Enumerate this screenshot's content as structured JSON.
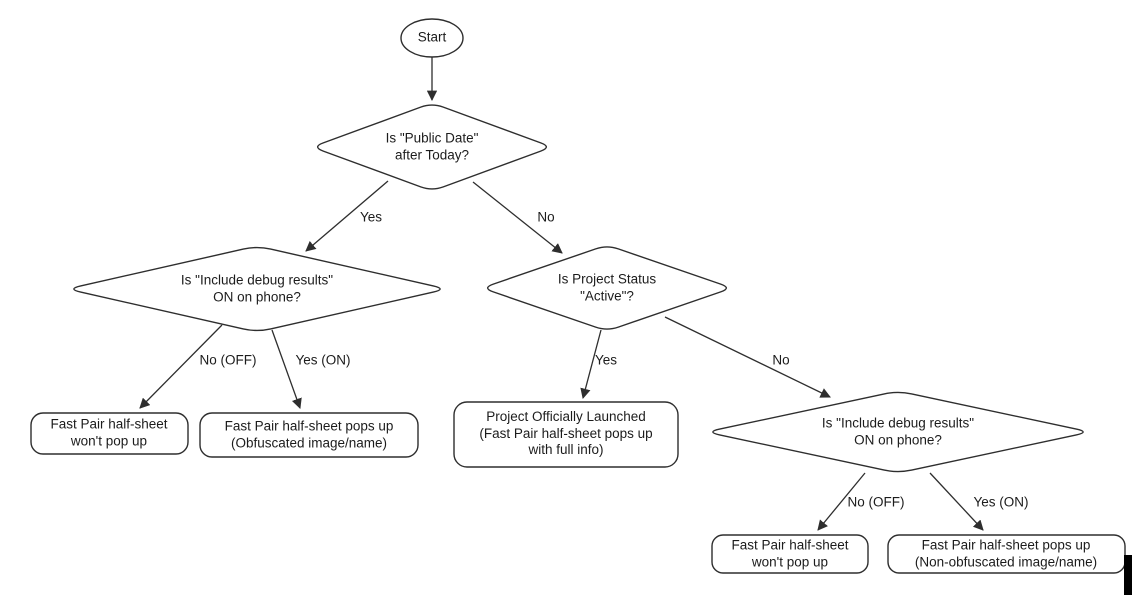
{
  "diagram": {
    "type": "flowchart",
    "colors": {
      "stroke": "#2e2e2e",
      "text": "#1c1c1c",
      "fill": "#ffffff",
      "background": "#ffffff",
      "cursor": "#000000"
    },
    "nodes": {
      "start": {
        "shape": "terminator",
        "label": "Start"
      },
      "decision_public_date": {
        "shape": "decision",
        "label": "Is \"Public Date\"\nafter Today?"
      },
      "decision_debug_left": {
        "shape": "decision",
        "label": "Is \"Include debug results\"\nON on phone?"
      },
      "decision_project_status": {
        "shape": "decision",
        "label": "Is Project Status\n\"Active\"?"
      },
      "decision_debug_right": {
        "shape": "decision",
        "label": "Is \"Include debug results\"\nON on phone?"
      },
      "outcome_no_popup_left": {
        "shape": "rounded-rect",
        "label": "Fast Pair half-sheet\nwon't pop up"
      },
      "outcome_obfuscated": {
        "shape": "rounded-rect",
        "label": "Fast Pair half-sheet pops up\n(Obfuscated image/name)"
      },
      "outcome_launched": {
        "shape": "rounded-rect",
        "label": "Project Officially Launched\n(Fast Pair half-sheet pops up\nwith full info)"
      },
      "outcome_no_popup_right": {
        "shape": "rounded-rect",
        "label": "Fast Pair half-sheet\nwon't pop up"
      },
      "outcome_non_obfuscated": {
        "shape": "rounded-rect",
        "label": "Fast Pair half-sheet pops up\n(Non-obfuscated image/name)"
      }
    },
    "edge_labels": {
      "public_date_yes": "Yes",
      "public_date_no": "No",
      "debug_left_no": "No (OFF)",
      "debug_left_yes": "Yes (ON)",
      "project_status_yes": "Yes",
      "project_status_no": "No",
      "debug_right_no": "No (OFF)",
      "debug_right_yes": "Yes (ON)"
    }
  }
}
